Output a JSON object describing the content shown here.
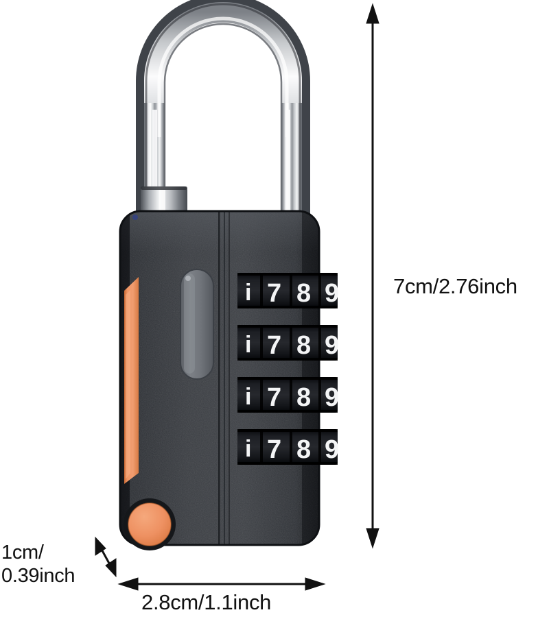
{
  "product": {
    "name": "4-digit combination padlock",
    "colors": {
      "body_black": "#33363b",
      "body_edge_dark": "#17191d",
      "accent_orange": "#ee9162",
      "accent_orange_dark": "#d9763f",
      "shackle_steel_light": "#fdfdfd",
      "shackle_steel_mid": "#b9bcc0",
      "shackle_steel_dark": "#5c6066",
      "reset_button_gray": "#6e7277",
      "dial_black": "#101114",
      "dial_digit_white": "#f4f5f6",
      "annotation_black": "#111111"
    },
    "parts": {
      "shackle": "steel-shackle",
      "body": "lock-body",
      "side_strip": "orange-side-strip",
      "reset_button": "reset-button",
      "release_button": "orange-release-button",
      "dials": "combination-dial-stack"
    },
    "dial_rows": [
      {
        "digits": [
          "7",
          "8",
          "9"
        ]
      },
      {
        "digits": [
          "7",
          "8",
          "9"
        ]
      },
      {
        "digits": [
          "7",
          "8",
          "9"
        ]
      },
      {
        "digits": [
          "7",
          "8",
          "9"
        ]
      }
    ]
  },
  "dimensions": {
    "height": {
      "label": "7cm/2.76inch",
      "arrow": "vertical-double-arrow"
    },
    "width": {
      "label": "2.8cm/1.1inch",
      "arrow": "horizontal-double-arrow"
    },
    "depth": {
      "line1": "1cm/",
      "line2": "0.39inch",
      "arrow": "diagonal-double-arrow"
    }
  }
}
